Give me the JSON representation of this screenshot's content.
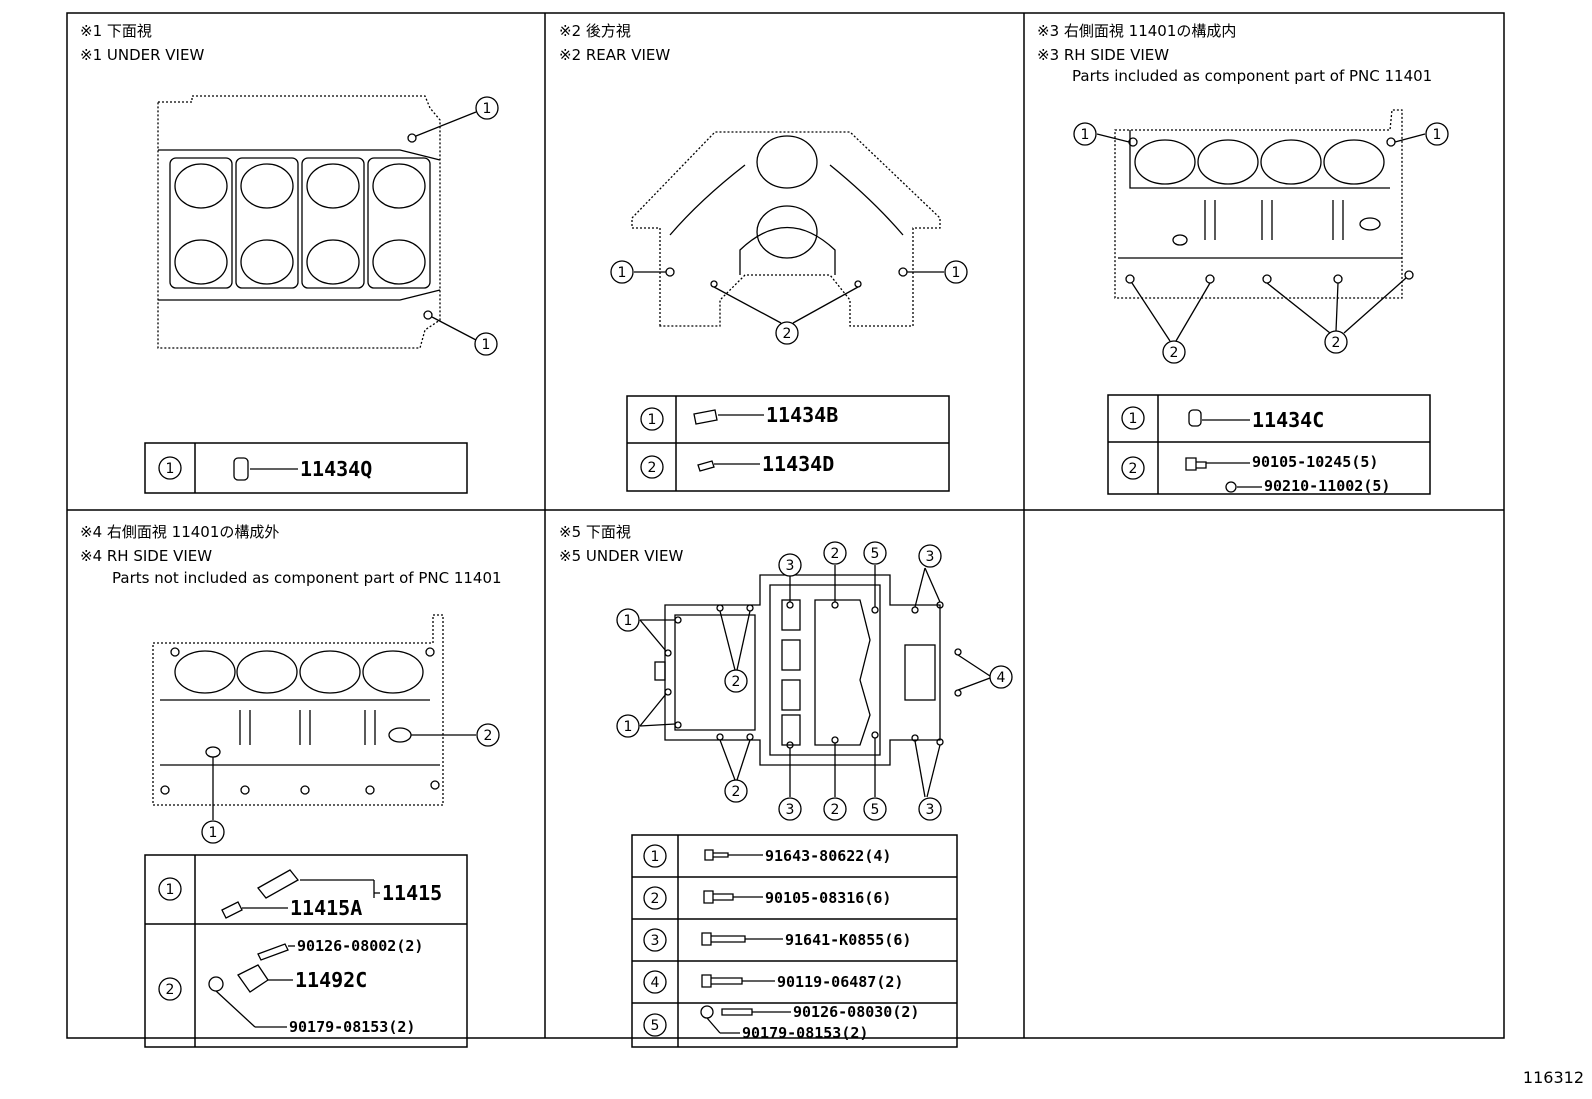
{
  "panels": {
    "p1": {
      "title_jp": "※1 下面視",
      "title_en": "※1 UNDER VIEW",
      "callouts": [
        "1",
        "1"
      ],
      "legend": [
        {
          "no": "1",
          "parts": [
            "11434Q"
          ]
        }
      ]
    },
    "p2": {
      "title_jp": "※2 後方視",
      "title_en": "※2 REAR VIEW",
      "callouts": [
        "1",
        "1",
        "2"
      ],
      "legend": [
        {
          "no": "1",
          "parts": [
            "11434B"
          ]
        },
        {
          "no": "2",
          "parts": [
            "11434D"
          ]
        }
      ]
    },
    "p3": {
      "title_jp": "※3 右側面視 11401の構成内",
      "title_en": "※3 RH SIDE VIEW",
      "note": "Parts included as component part of PNC 11401",
      "callouts": [
        "1",
        "1",
        "2",
        "2"
      ],
      "legend": [
        {
          "no": "1",
          "parts": [
            "11434C"
          ]
        },
        {
          "no": "2",
          "parts": [
            "90105-10245(5)",
            "90210-11002(5)"
          ]
        }
      ]
    },
    "p4": {
      "title_jp": "※4 右側面視 11401の構成外",
      "title_en": "※4 RH SIDE VIEW",
      "note": "Parts not included as component part of PNC 11401",
      "callouts": [
        "2",
        "1"
      ],
      "legend": [
        {
          "no": "1",
          "parts": [
            "11415",
            "11415A"
          ]
        },
        {
          "no": "2",
          "parts": [
            "90126-08002(2)",
            "11492C",
            "90179-08153(2)"
          ]
        }
      ]
    },
    "p5": {
      "title_jp": "※5 下面視",
      "title_en": "※5 UNDER VIEW",
      "callouts_top": [
        "3",
        "2",
        "5",
        "3"
      ],
      "callouts_left": [
        "1",
        "1"
      ],
      "callouts_mid": [
        "2",
        "2"
      ],
      "callout_right": "4",
      "callouts_bottom": [
        "3",
        "2",
        "5",
        "3"
      ],
      "legend": [
        {
          "no": "1",
          "parts": [
            "91643-80622(4)"
          ]
        },
        {
          "no": "2",
          "parts": [
            "90105-08316(6)"
          ]
        },
        {
          "no": "3",
          "parts": [
            "91641-K0855(6)"
          ]
        },
        {
          "no": "4",
          "parts": [
            "90119-06487(2)"
          ]
        },
        {
          "no": "5",
          "parts": [
            "90126-08030(2)",
            "90179-08153(2)"
          ]
        }
      ]
    }
  },
  "figure_number": "116312"
}
